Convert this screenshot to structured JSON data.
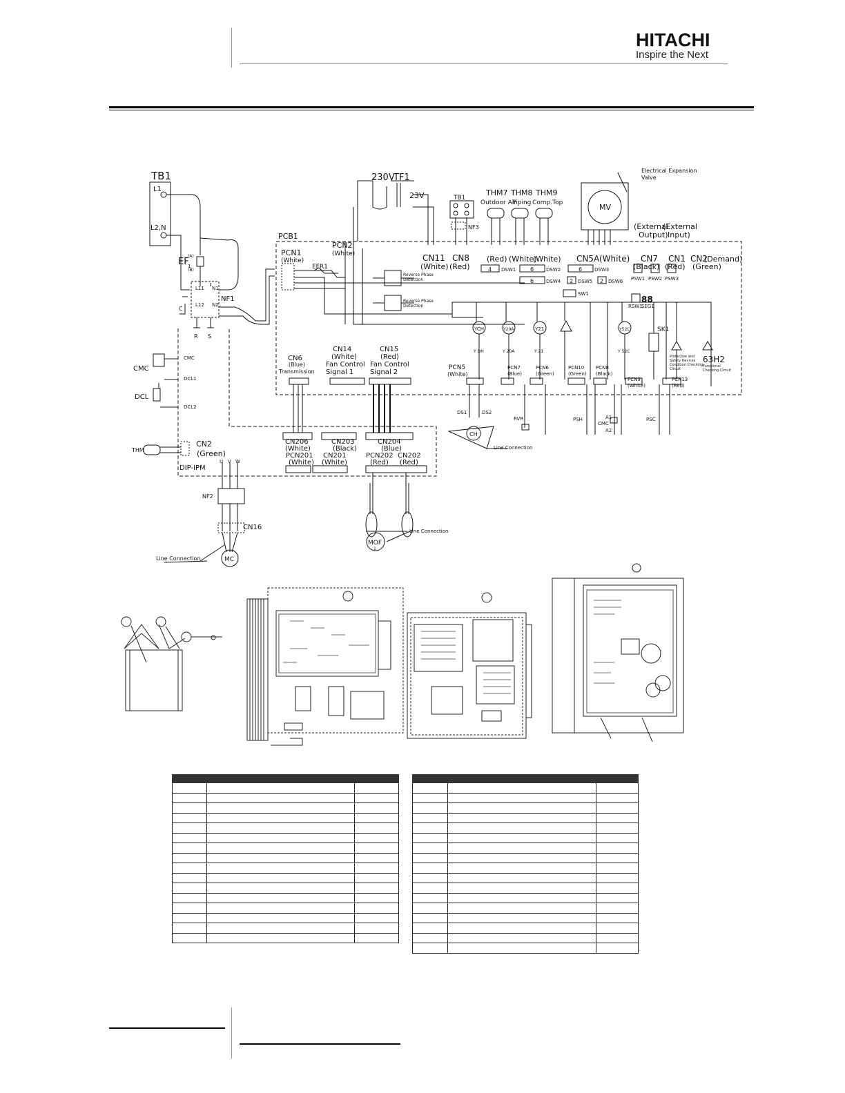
{
  "header": {
    "brand_name": "HITACHI",
    "brand_tagline": "Inspire the Next"
  },
  "schematic": {
    "power": {
      "tb1": "TB1",
      "l1": "L1",
      "l2n": "L2,N",
      "ef1": "EF",
      "ef1_sub": "1",
      "a_tag": "(A)",
      "b_tag": "(B)",
      "nf1": "NF1",
      "l11": "L11",
      "l12": "L12",
      "n1": "N1",
      "n2": "N2",
      "c": "C",
      "r": "R",
      "s": "S"
    },
    "transformer": {
      "primary": "230V",
      "name": "TF1",
      "secondary": "23V"
    },
    "tb1_small": "TB1",
    "nf3": "NF3",
    "thermistors": [
      {
        "name": "THM7",
        "desc": "Outdoor Air"
      },
      {
        "name": "THM8",
        "desc": "Piping"
      },
      {
        "name": "THM9",
        "desc": "Comp.Top"
      }
    ],
    "expansion_valve": {
      "label_line1": "Electrical Expansion",
      "label_line2": "Valve",
      "mv": "MV"
    },
    "pcb1": "PCB1",
    "pcn1": {
      "name": "PCN1",
      "color": "(White)"
    },
    "pcn2": {
      "name": "PCN2",
      "color": "(White)"
    },
    "efr1": "EFR1",
    "reverse_phase": {
      "line1": "Reverse Phase",
      "line2": "Detection"
    },
    "connectors_top": [
      {
        "name": "CN11",
        "color": "(White)"
      },
      {
        "name": "CN8",
        "color": "(Red)"
      },
      {
        "name": "(Red)",
        "color": ""
      },
      {
        "name": "(White)",
        "color": ""
      },
      {
        "name": "(White)",
        "color": ""
      },
      {
        "name": "CN5A",
        "color": "(White)"
      }
    ],
    "external": {
      "output": "(External",
      "output2": "Output)",
      "input": "(External",
      "input2": "Input)"
    },
    "cn7": {
      "name": "CN7",
      "color": "(Black)"
    },
    "cn1": {
      "name": "CN1",
      "color": "(Red)"
    },
    "cn2d": {
      "name": "CN2",
      "color": "(Demand)",
      "color2": "(Green)"
    },
    "dsw": [
      "DSW1",
      "DSW2",
      "DSW3",
      "DSW4",
      "DSW5",
      "DSW6"
    ],
    "dsw_vals": [
      "4",
      "6",
      "6",
      "6",
      "2",
      "2"
    ],
    "psw": [
      "PSW1",
      "PSW2",
      "PSW3"
    ],
    "sw1": "SW1",
    "rsw1": "RSW1",
    "seg": "88",
    "seg1": "SEG1",
    "relays": [
      "YCH",
      "Y20A",
      "Y21",
      "Y52C"
    ],
    "relay_subs": [
      "Y DH",
      "Y 20A",
      "Y 21",
      "Y 52C"
    ],
    "sk1": "SK1",
    "protective": {
      "l1": "Protective and",
      "l2": "Safety Devices",
      "l3": "Condition Checking",
      "l4": "Circuit"
    },
    "h632": {
      "name": "63H2",
      "l1": "Functional",
      "l2": "Checking Circuit"
    },
    "cn6": {
      "name": "CN6",
      "color": "(Blue)",
      "desc": "Transmission"
    },
    "cn14": {
      "name": "CN14",
      "color": "(White)",
      "desc1": "Fan Control",
      "desc2": "Signal 1"
    },
    "cn15": {
      "name": "CN15",
      "color": "(Red)",
      "desc1": "Fan Control",
      "desc2": "Signal 2"
    },
    "pcn_bottom": [
      {
        "name": "PCN5",
        "color": "(White)"
      },
      {
        "name": "PCN7",
        "color": "(Blue)"
      },
      {
        "name": "PCN6",
        "color": "(Green)"
      },
      {
        "name": "PCN10",
        "color": "(Green)"
      },
      {
        "name": "PCN8",
        "color": "(Black)"
      },
      {
        "name": "PCN9",
        "color": "(White)"
      },
      {
        "name": "PCN13",
        "color": "(Red)"
      }
    ],
    "ds1": "DS1",
    "ds2": "DS2",
    "ch": "CH",
    "line_connection": "Line Connection",
    "rvr": "RVR",
    "psh": "PSH",
    "a1": "A1",
    "a2": "A2",
    "cmc_coil": "CMC",
    "psc": "PSC",
    "cmc": "CMC",
    "dcl": "DCL",
    "cmc_term": "CMC",
    "dcl1": "DCL1",
    "dcl2": "DCL2",
    "thm": "THM",
    "cn2g": {
      "name": "CN2",
      "color": "(Green)"
    },
    "dip_ipm": "DIP-IPM",
    "uvw": [
      "U",
      "V",
      "W"
    ],
    "nf2": "NF2",
    "cn16": "CN16",
    "mc": "MC",
    "cn206": {
      "name": "CN206",
      "color": "(White)"
    },
    "cn203": {
      "name": "CN203",
      "color": "(Black)"
    },
    "cn204": {
      "name": "CN204",
      "color": "(Blue)"
    },
    "pcn201": {
      "name": "PCN201",
      "color": "(White)"
    },
    "cn201": {
      "name": "CN201",
      "color": "(White)"
    },
    "pcn202": {
      "name": "PCN202",
      "color": "(Red)"
    },
    "cn202": {
      "name": "CN202",
      "color": "(Red)"
    },
    "mof": "MOF",
    "mof_sub": "1"
  },
  "tables": {
    "left_rows": 16,
    "right_rows": 17
  }
}
